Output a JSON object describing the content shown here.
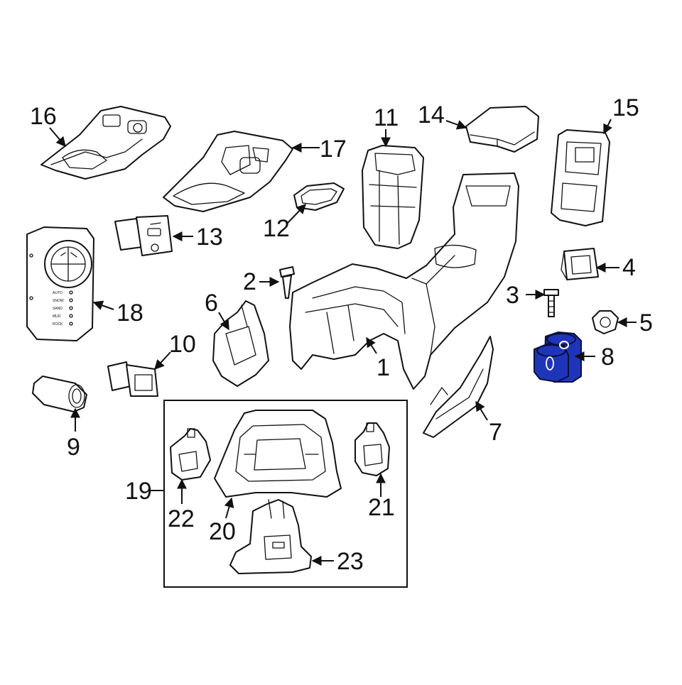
{
  "diagram": {
    "highlight_color": "#1f35b8",
    "highlighted_part": "8",
    "group_box": {
      "label": "19"
    },
    "callouts": [
      {
        "id": "1",
        "text": "1"
      },
      {
        "id": "2",
        "text": "2"
      },
      {
        "id": "3",
        "text": "3"
      },
      {
        "id": "4",
        "text": "4"
      },
      {
        "id": "5",
        "text": "5"
      },
      {
        "id": "6",
        "text": "6"
      },
      {
        "id": "7",
        "text": "7"
      },
      {
        "id": "8",
        "text": "8"
      },
      {
        "id": "9",
        "text": "9"
      },
      {
        "id": "10",
        "text": "10"
      },
      {
        "id": "11",
        "text": "11"
      },
      {
        "id": "12",
        "text": "12"
      },
      {
        "id": "13",
        "text": "13"
      },
      {
        "id": "14",
        "text": "14"
      },
      {
        "id": "15",
        "text": "15"
      },
      {
        "id": "16",
        "text": "16"
      },
      {
        "id": "17",
        "text": "17"
      },
      {
        "id": "18",
        "text": "18"
      },
      {
        "id": "19",
        "text": "19"
      },
      {
        "id": "20",
        "text": "20"
      },
      {
        "id": "21",
        "text": "21"
      },
      {
        "id": "22",
        "text": "22"
      },
      {
        "id": "23",
        "text": "23"
      }
    ],
    "terrain_labels": [
      "AUTO",
      "SNOW",
      "SAND",
      "MUD",
      "ROCK"
    ]
  }
}
